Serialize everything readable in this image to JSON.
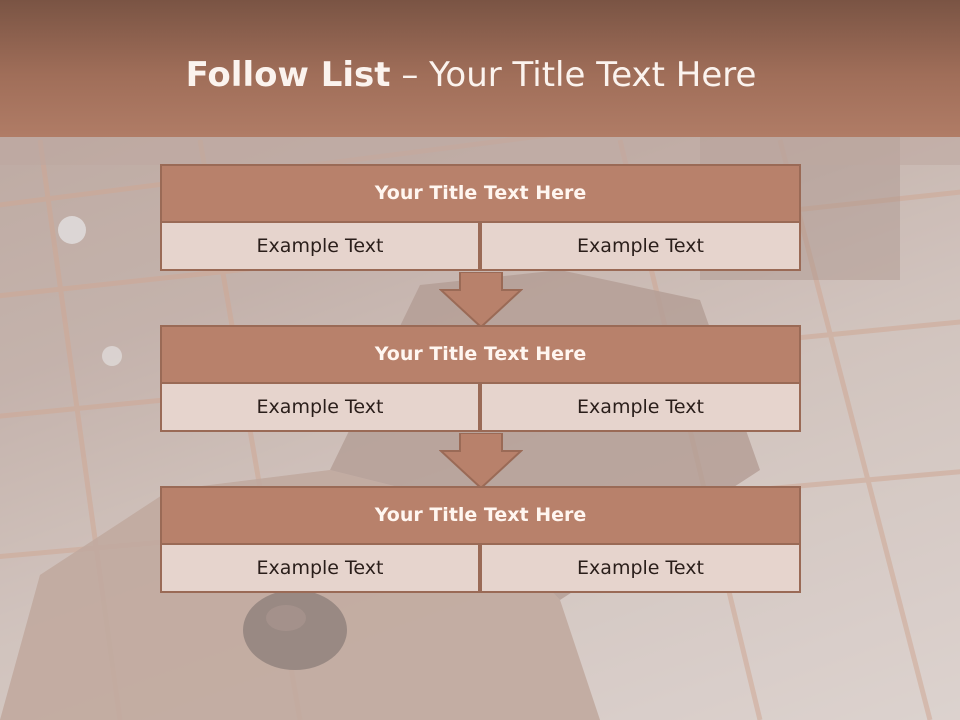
{
  "slide": {
    "title_bold": "Follow List",
    "title_rest": "– Your Title Text Here"
  },
  "steps": [
    {
      "title": "Your Title Text Here",
      "left": "Example Text",
      "right": "Example Text"
    },
    {
      "title": "Your Title Text Here",
      "left": "Example Text",
      "right": "Example Text"
    },
    {
      "title": "Your Title Text Here",
      "left": "Example Text",
      "right": "Example Text"
    }
  ],
  "colors": {
    "header": "#a06e59",
    "block_head": "#b8816b",
    "block_border": "#9a6a56",
    "cell_fill": "#e6d4cd",
    "arrow_fill": "#b8816b"
  }
}
